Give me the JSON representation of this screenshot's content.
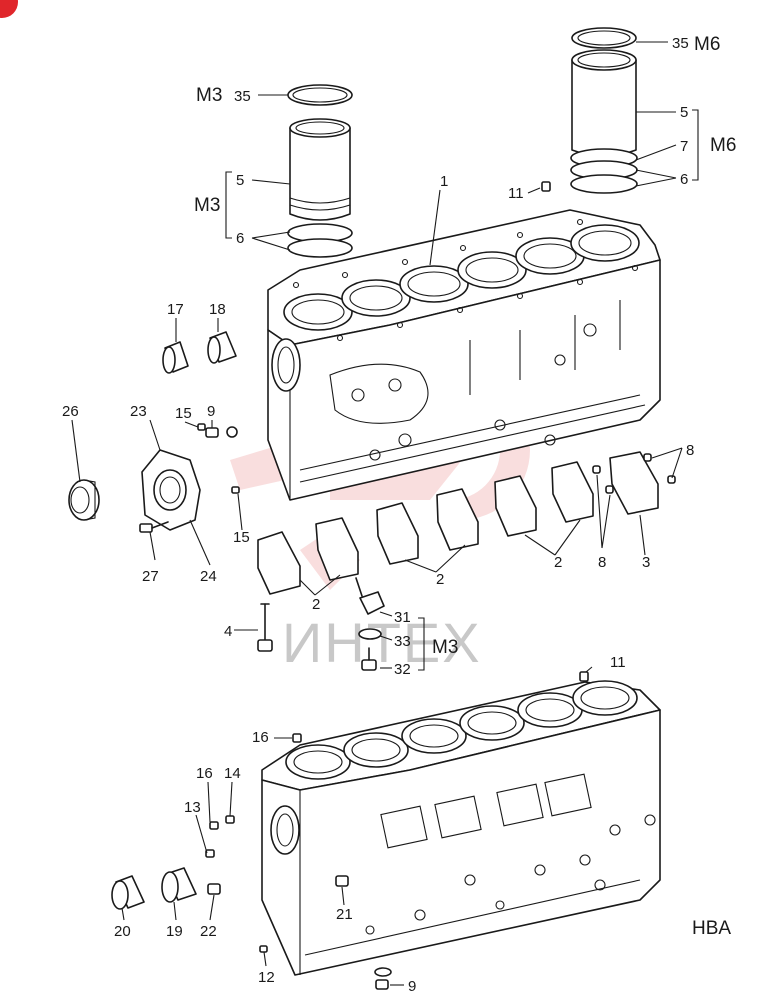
{
  "watermark": {
    "text": "ИНТЕХ",
    "color": "#f0b6b6"
  },
  "corner_badge": {
    "color": "#e0262b"
  },
  "diagram_code": "HBA",
  "variants": {
    "m3": "M3",
    "m6": "M6"
  },
  "callouts": {
    "p1": "1",
    "p2a": "2",
    "p2b": "2",
    "p2c": "2",
    "p3": "3",
    "p4": "4",
    "p5m3": "5",
    "p5m6": "5",
    "p6m3": "6",
    "p6m6": "6",
    "p7": "7",
    "p8a": "8",
    "p8b": "8",
    "p9a": "9",
    "p9b": "9",
    "p11a": "11",
    "p11b": "11",
    "p12": "12",
    "p13": "13",
    "p14": "14",
    "p15a": "15",
    "p15b": "15",
    "p16a": "16",
    "p16b": "16",
    "p17": "17",
    "p18": "18",
    "p19": "19",
    "p20": "20",
    "p21": "21",
    "p22": "22",
    "p23": "23",
    "p24": "24",
    "p26": "26",
    "p27": "27",
    "p31": "31",
    "p32": "32",
    "p33": "33",
    "p35m3": "35",
    "p35m6": "35"
  }
}
